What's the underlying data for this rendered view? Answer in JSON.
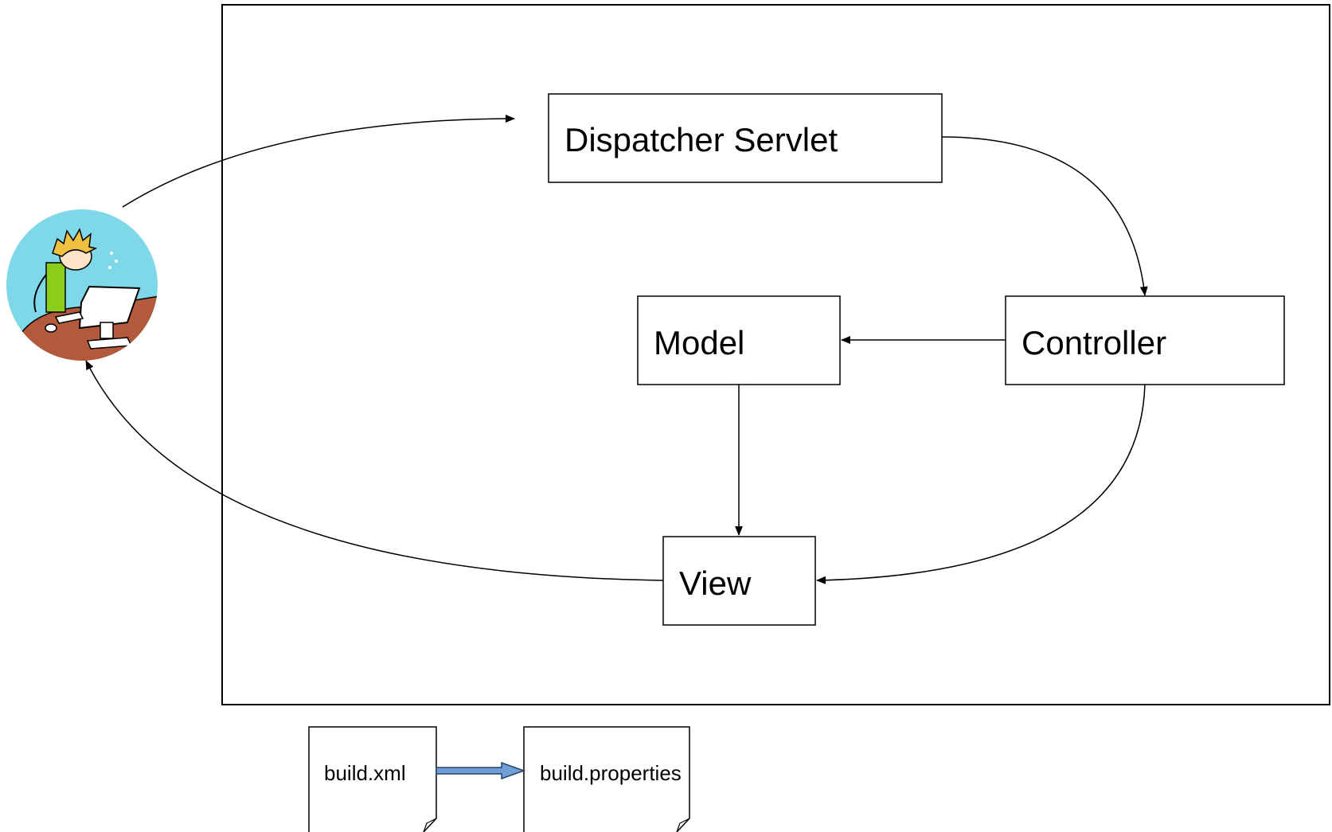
{
  "nodes": {
    "dispatcher": {
      "label": "Dispatcher Servlet"
    },
    "model": {
      "label": "Model"
    },
    "controller": {
      "label": "Controller"
    },
    "view": {
      "label": "View"
    }
  },
  "files": {
    "build_xml": {
      "label": "build.xml"
    },
    "build_properties": {
      "label": "build.properties"
    }
  },
  "colors": {
    "avatar_background": "#7fd8e8",
    "desk": "#b45a3c",
    "shirt": "#8ccc1a",
    "hair": "#f0c040",
    "file_arrow": "#6f9fd8"
  }
}
